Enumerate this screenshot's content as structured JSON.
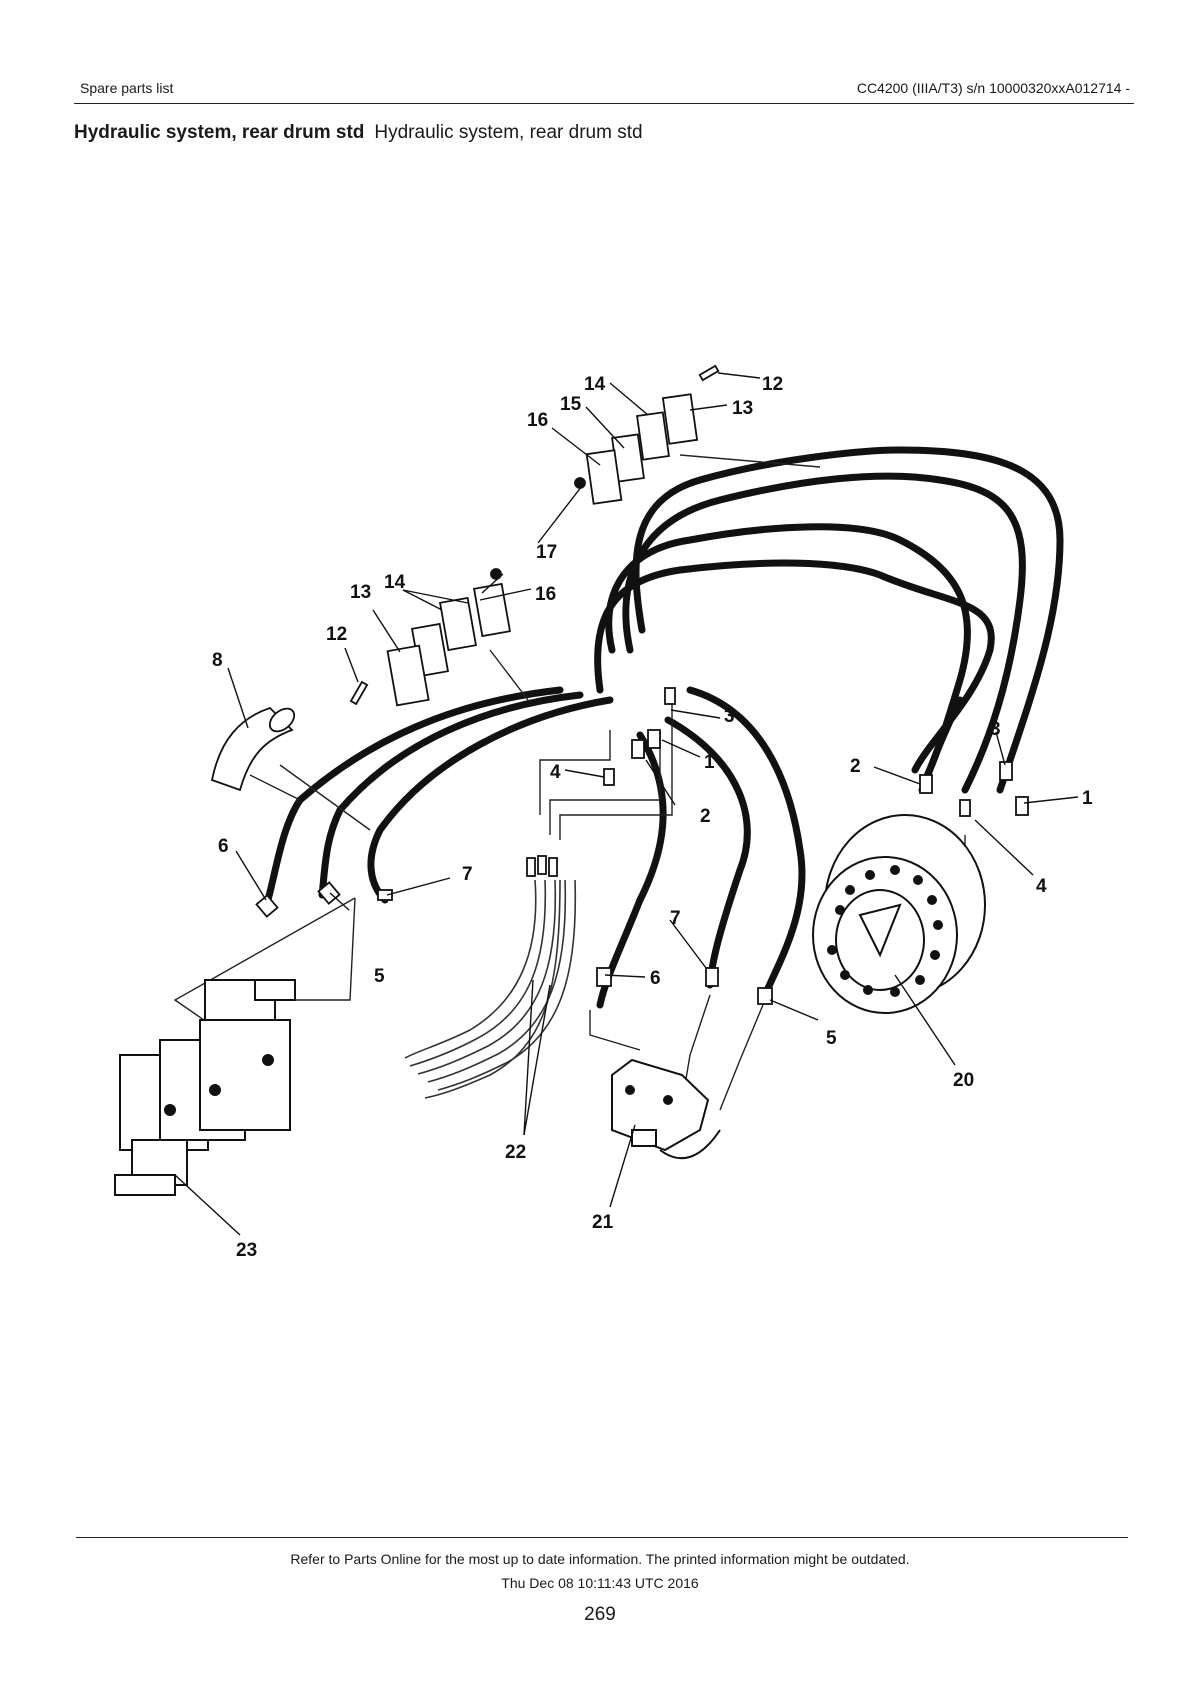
{
  "header": {
    "left": "Spare parts list",
    "right": "CC4200 (IIIA/T3) s/n 10000320xxA012714 -"
  },
  "title": {
    "bold": "Hydraulic system, rear drum std",
    "regular": "Hydraulic system, rear drum std"
  },
  "callouts": {
    "c12a": "12",
    "c14a": "14",
    "c13a": "13",
    "c15": "15",
    "c16a": "16",
    "c17": "17",
    "c14b": "14",
    "c16b": "16",
    "c13b": "13",
    "c12b": "12",
    "c8": "8",
    "c3a": "3",
    "c1a": "1",
    "c4a": "4",
    "c2a": "2",
    "c6a": "6",
    "c7a": "7",
    "c5a": "5",
    "c2b": "2",
    "c3b": "3",
    "c1b": "1",
    "c4b": "4",
    "c7b": "7",
    "c6b": "6",
    "c5b": "5",
    "c20": "20",
    "c22": "22",
    "c21": "21",
    "c23": "23"
  },
  "footer": {
    "note": "Refer to Parts Online for the most up to date information. The printed information might be outdated.",
    "date": "Thu Dec 08 10:11:43 UTC 2016",
    "page": "269"
  }
}
